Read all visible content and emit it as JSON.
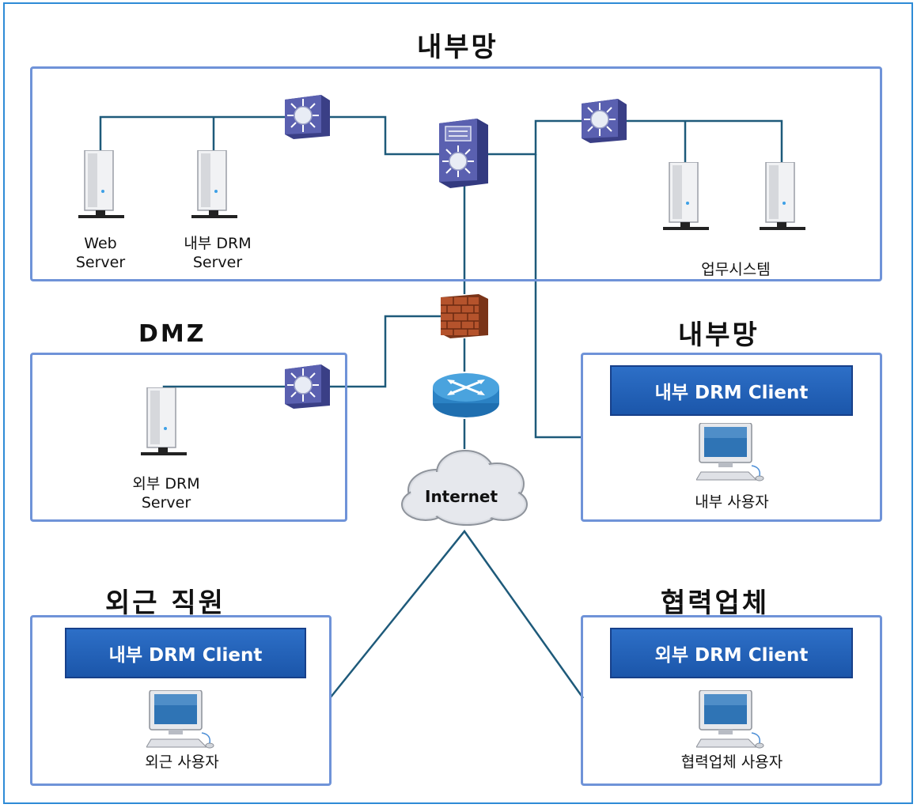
{
  "zones": {
    "internal_top": {
      "title": "내부망"
    },
    "dmz": {
      "title": "DMZ"
    },
    "internal_client": {
      "title": "내부망",
      "client_label": "내부 DRM Client",
      "user_label": "내부 사용자"
    },
    "remote": {
      "title": "외근 직원",
      "client_label": "내부 DRM Client",
      "user_label": "외근 사용자"
    },
    "partner": {
      "title": "협력업체",
      "client_label": "외부 DRM Client",
      "user_label": "협력업체 사용자"
    }
  },
  "servers": {
    "web": {
      "line1": "Web",
      "line2": "Server"
    },
    "internal_drm": {
      "line1": "내부 DRM",
      "line2": "Server"
    },
    "business": {
      "label": "업무시스템"
    },
    "external_drm": {
      "line1": "외부 DRM",
      "line2": "Server"
    }
  },
  "internet": {
    "label": "Internet"
  },
  "colors": {
    "zone_border": "#6f93d8",
    "wire": "#1e5a7a",
    "client_button": "#1f5fb5",
    "frame": "#2e8bd6"
  }
}
